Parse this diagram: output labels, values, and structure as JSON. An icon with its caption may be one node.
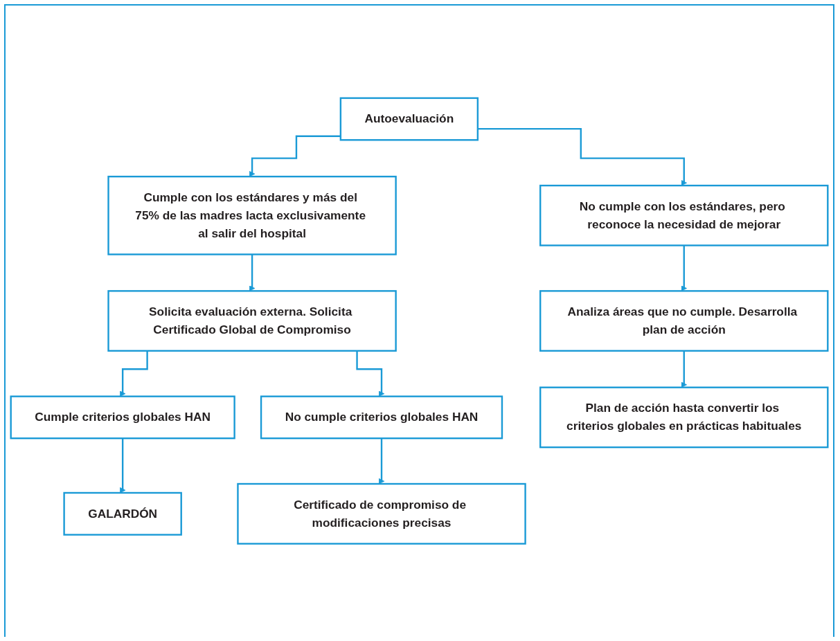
{
  "diagram": {
    "nodes": [
      {
        "text": [
          "Autoevaluación"
        ]
      },
      {
        "text": [
          "Cumple con los estándares y más del 75% de las madres lacta exclusivamente al salir del hospital"
        ]
      },
      {
        "text": [
          "No cumple con los estándares, pero reconoce la necesidad de mejorar"
        ]
      },
      {
        "text": [
          "Solicita evaluación externa. Solicita Certificado Global de Compromiso"
        ]
      },
      {
        "text": [
          "Analiza áreas que no cumple. Desarrolla plan de acción"
        ]
      },
      {
        "text": [
          "Cumple criterios globales HAN"
        ]
      },
      {
        "text": [
          "No cumple criterios globales HAN"
        ]
      },
      {
        "text": [
          "Certificado de compromiso de modificaciones precisas"
        ]
      },
      {
        "text": [
          "Plan de acción hasta convertir los criterios globales en prácticas habituales"
        ]
      },
      {
        "text": [
          "GALARDÓN"
        ]
      }
    ],
    "edges": [
      {
        "from": 0,
        "to": 1,
        "arrow": "to"
      },
      {
        "from": 0,
        "to": 2,
        "arrow": "to"
      },
      {
        "from": 1,
        "to": 3,
        "arrow": "to"
      },
      {
        "from": 2,
        "to": 4,
        "arrow": "to"
      },
      {
        "from": 3,
        "to": 5,
        "arrow": "to"
      },
      {
        "from": 3,
        "to": 6,
        "arrow": "to"
      },
      {
        "from": 4,
        "to": 8,
        "arrow": "to"
      },
      {
        "from": 6,
        "to": 7,
        "arrow": "to"
      },
      {
        "from": 5,
        "to": 9,
        "arrow": "to"
      }
    ]
  }
}
